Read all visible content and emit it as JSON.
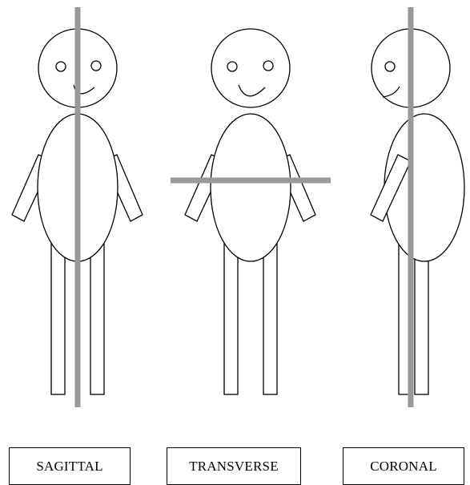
{
  "labels": {
    "sagittal": "SAGITTAL",
    "transverse": "TRANSVERSE",
    "coronal": "CORONAL"
  },
  "colors": {
    "outline": "#000000",
    "plane": "#999999",
    "background": "#ffffff"
  }
}
